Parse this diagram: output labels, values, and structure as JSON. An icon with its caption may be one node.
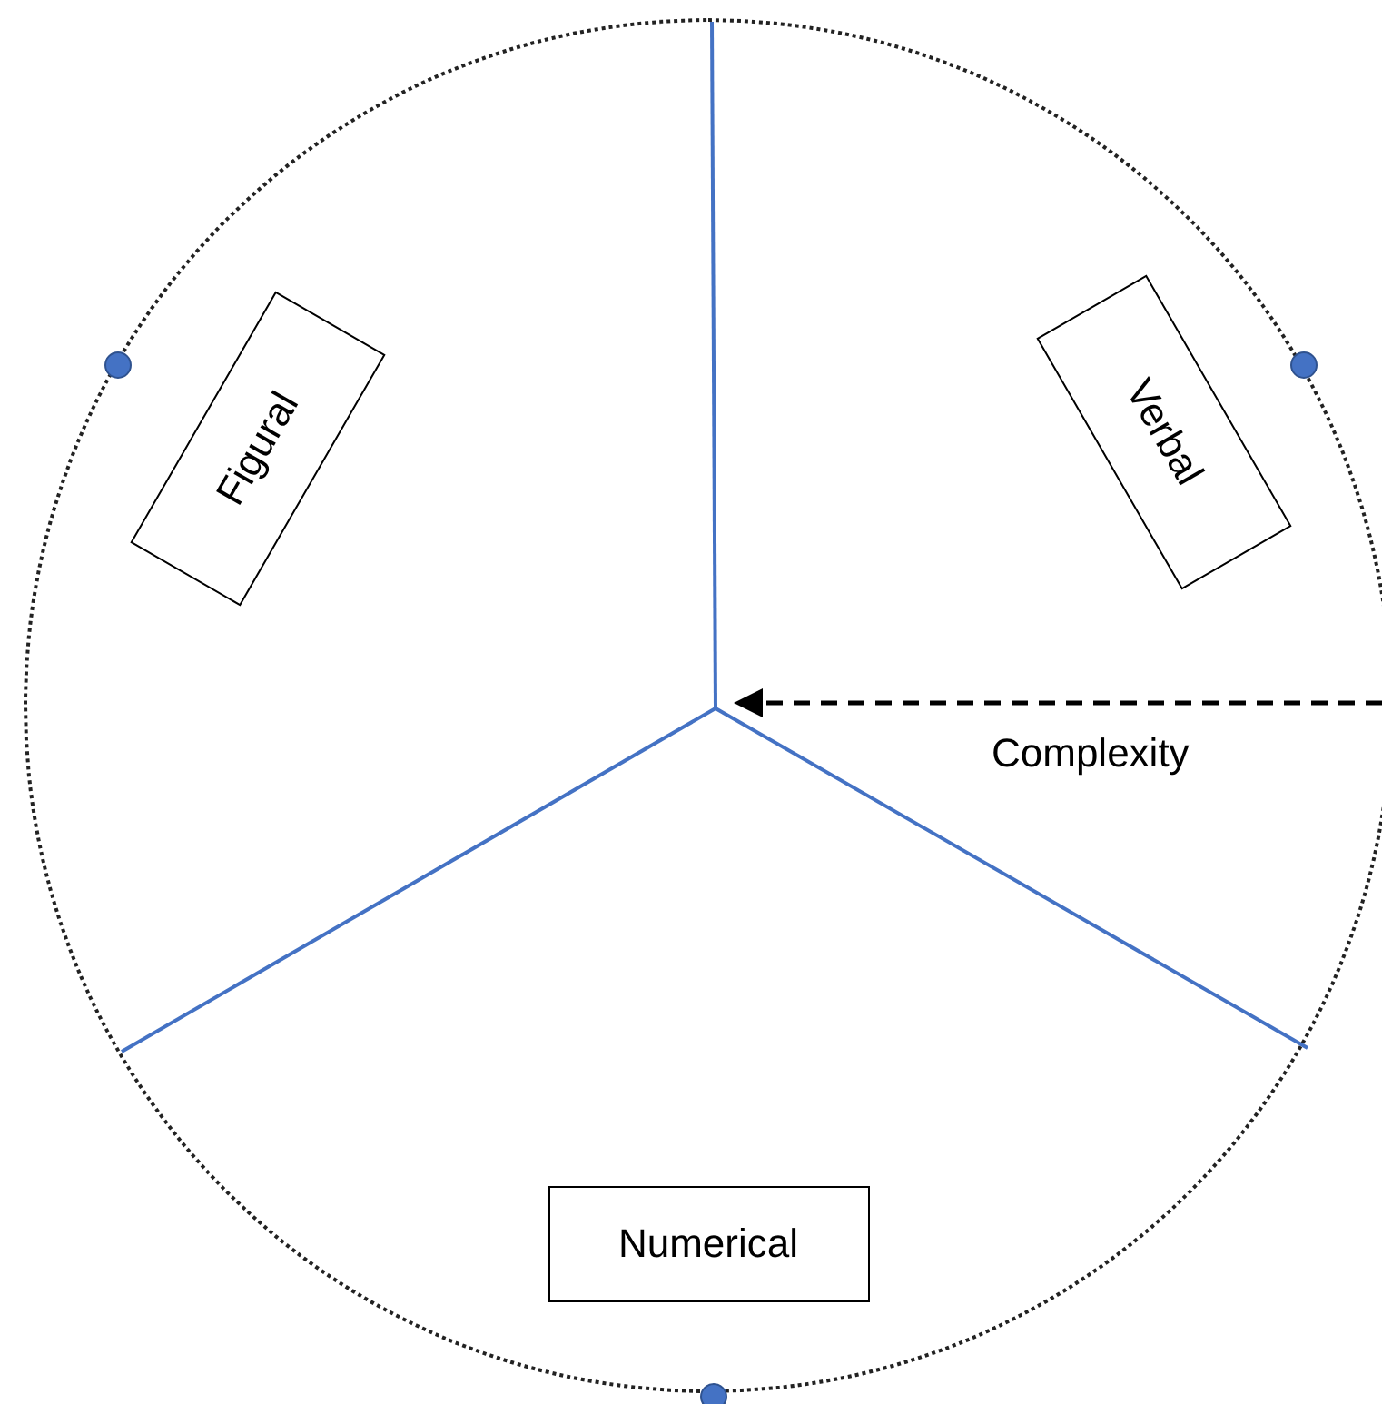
{
  "diagram": {
    "nodes": [
      {
        "text": [],
        "shape": "circle"
      },
      {
        "text": [
          "Figural"
        ],
        "in": 0
      },
      {
        "text": [
          "Verbal"
        ],
        "in": 0
      },
      {
        "text": [
          "Numerical"
        ],
        "in": 0
      }
    ],
    "labels": [
      "Complexity"
    ]
  }
}
